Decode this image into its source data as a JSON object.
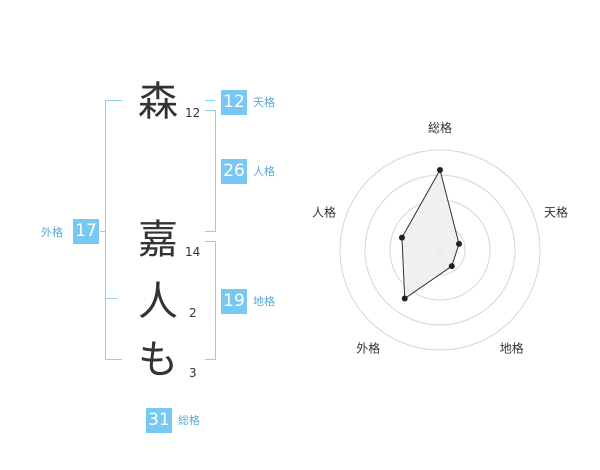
{
  "name_chars": [
    {
      "char": "森",
      "strokes": "12"
    },
    {
      "char": "嘉",
      "strokes": "14"
    },
    {
      "char": "人",
      "strokes": "2"
    },
    {
      "char": "も",
      "strokes": "3"
    }
  ],
  "fortunes": {
    "ten": {
      "value": "12",
      "label": "天格"
    },
    "jin": {
      "value": "26",
      "label": "人格"
    },
    "chi": {
      "value": "19",
      "label": "地格"
    },
    "gai": {
      "value": "17",
      "label": "外格"
    },
    "sou": {
      "value": "31",
      "label": "総格"
    }
  },
  "colors": {
    "badge": "#78c8f4",
    "bracket": "#8fd0f5",
    "label": "#5aa9d6"
  },
  "chart_data": {
    "type": "radar",
    "axes": [
      "総格",
      "天格",
      "地格",
      "外格",
      "人格"
    ],
    "values": [
      4,
      1,
      1,
      3,
      2
    ],
    "rmax": 5,
    "rings": 4
  }
}
